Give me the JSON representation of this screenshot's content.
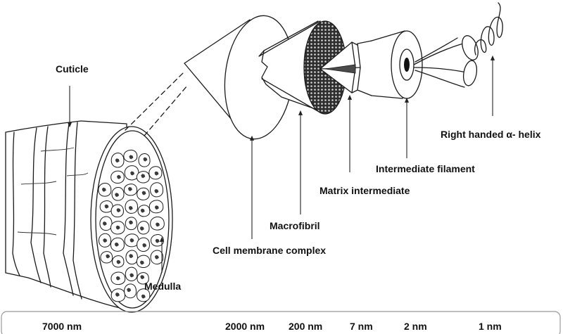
{
  "labels": {
    "cuticle": "Cuticle",
    "medulla": "Medulla",
    "cell_membrane_complex": "Cell membrane complex",
    "macrofibril": "Macrofibril",
    "matrix_intermediate": "Matrix intermediate",
    "intermediate_filament": "Intermediate filament",
    "right_handed_helix": "Right handed α- helix"
  },
  "scale": [
    "7000 nm",
    "2000 nm",
    "200 nm",
    "7 nm",
    "2 nm",
    "1 nm"
  ],
  "colors": {
    "ink": "#1a1a1a",
    "dark_fill": "#3a3a3a",
    "frame": "#999999"
  }
}
